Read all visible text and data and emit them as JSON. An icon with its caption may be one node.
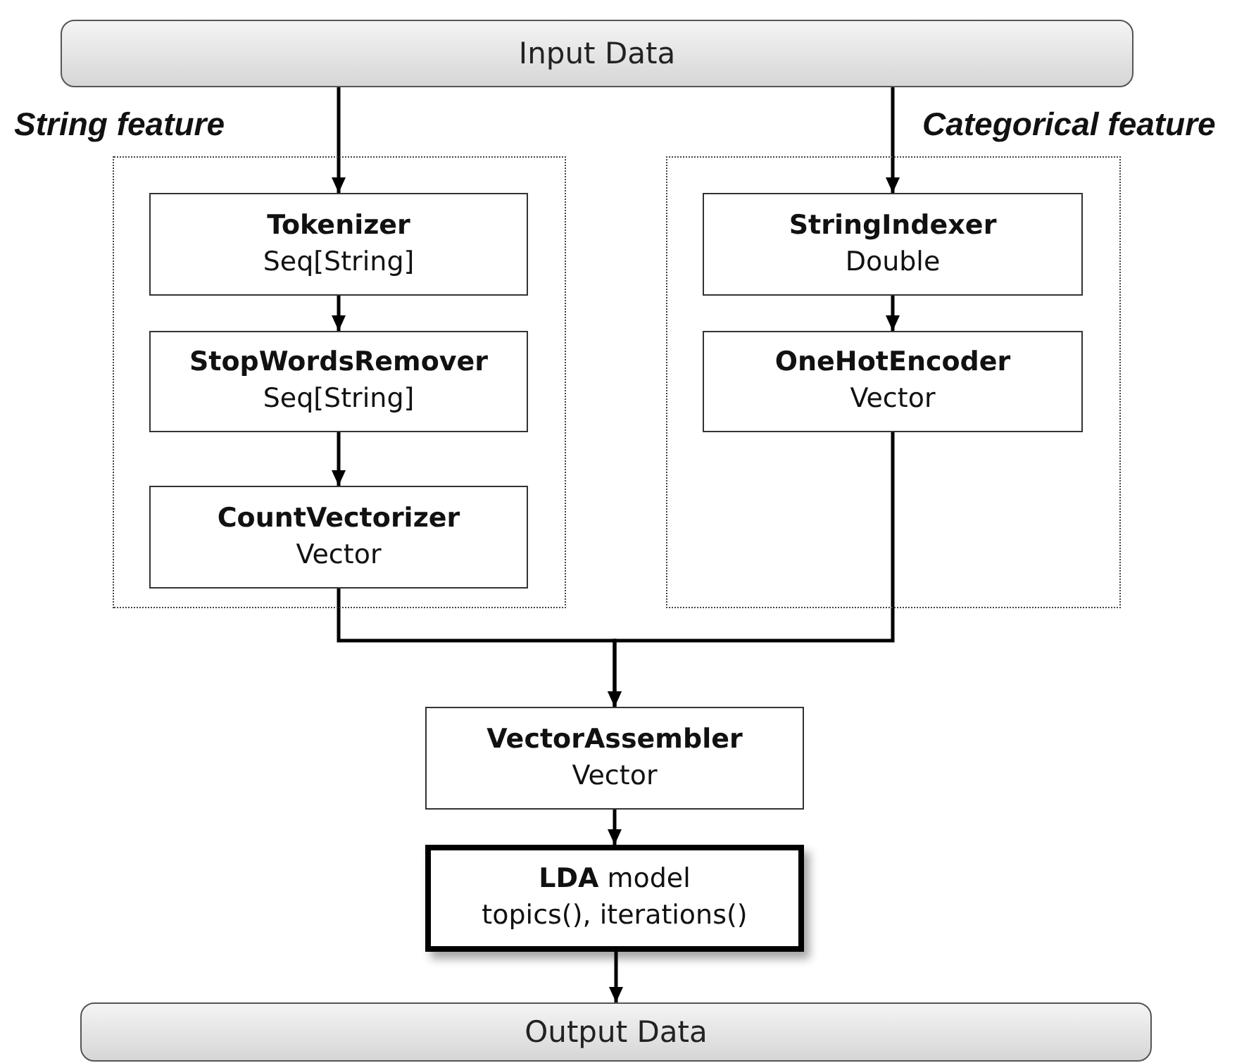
{
  "diagram": {
    "nodes": [
      {
        "text": [
          "Input Data"
        ]
      },
      {
        "text": [
          "String feature"
        ]
      },
      {
        "text": [
          "Tokenizer",
          "Seq[String]"
        ],
        "in": 1
      },
      {
        "text": [
          "StopWordsRemover",
          "Seq[String]"
        ],
        "in": 1
      },
      {
        "text": [
          "CountVectorizer",
          "Vector"
        ],
        "in": 1
      },
      {
        "text": [
          "Categorical feature"
        ]
      },
      {
        "text": [
          "StringIndexer",
          "Double"
        ],
        "in": 5
      },
      {
        "text": [
          "OneHotEncoder",
          "Vector"
        ],
        "in": 5
      },
      {
        "text": [
          "VectorAssembler",
          "Vector"
        ]
      },
      {
        "text": [
          "**LDA** model",
          "topics(), iterations()"
        ]
      },
      {
        "text": [
          "Output Data"
        ]
      }
    ],
    "edges": [
      {
        "from": 0,
        "to": 2,
        "arrow": "to"
      },
      {
        "from": 0,
        "to": 6,
        "arrow": "to"
      },
      {
        "from": 2,
        "to": 3,
        "arrow": "to"
      },
      {
        "from": 3,
        "to": 4,
        "arrow": "to"
      },
      {
        "from": 6,
        "to": 7,
        "arrow": "to"
      },
      {
        "from": 4,
        "to": 8,
        "arrow": "to"
      },
      {
        "from": 7,
        "to": 8,
        "arrow": "to"
      },
      {
        "from": 8,
        "to": 9,
        "arrow": "to"
      },
      {
        "from": 9,
        "to": 10,
        "arrow": "to"
      }
    ]
  }
}
